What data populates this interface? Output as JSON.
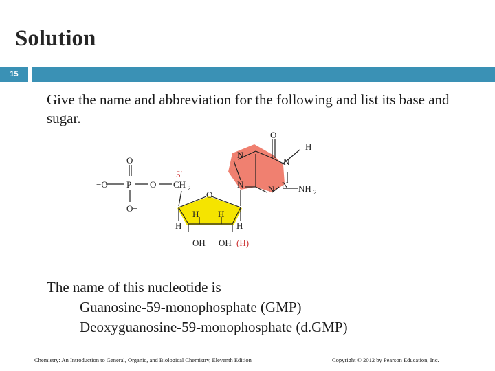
{
  "slide": {
    "title": "Solution",
    "number": "15",
    "accent_color": "#3a91b5"
  },
  "question": {
    "text": "Give the name and abbreviation for the following and list its base and sugar."
  },
  "structure": {
    "phosphate_o_top": "O",
    "phosphate_o_left": "−O",
    "phosphate_p": "P",
    "phosphate_o_right": "O",
    "phosphate_o_bottom": "O−",
    "carbon_5_label": "5′",
    "ch2_label": "CH",
    "ch2_subscript": "2",
    "ring_o": "O",
    "ring_h_left": "H",
    "ring_h_inner_left": "H",
    "ring_h_inner_right": "H",
    "ring_h_right": "H",
    "oh_left": "OH",
    "oh_right": "OH",
    "h_alt": "(H)",
    "base_o": "O",
    "base_h": "H",
    "base_n1": "N",
    "base_n2": "N",
    "base_n3": "N",
    "base_n4": "N",
    "base_n5": "N",
    "base_nh2": "NH",
    "base_nh2_subscript": "2",
    "sugar_color": "#f5e400",
    "base_color": "#f08070",
    "prime_color": "#cc3333"
  },
  "answer": {
    "intro": "The name of this nucleotide is",
    "line1": "Guanosine-59-monophosphate (GMP)",
    "line2": "Deoxyguanosine-59-monophosphate (d.GMP)"
  },
  "footer": {
    "left": "Chemistry: An Introduction to General, Organic, and Biological Chemistry, Eleventh Edition",
    "right": "Copyright © 2012 by Pearson Education, Inc."
  }
}
